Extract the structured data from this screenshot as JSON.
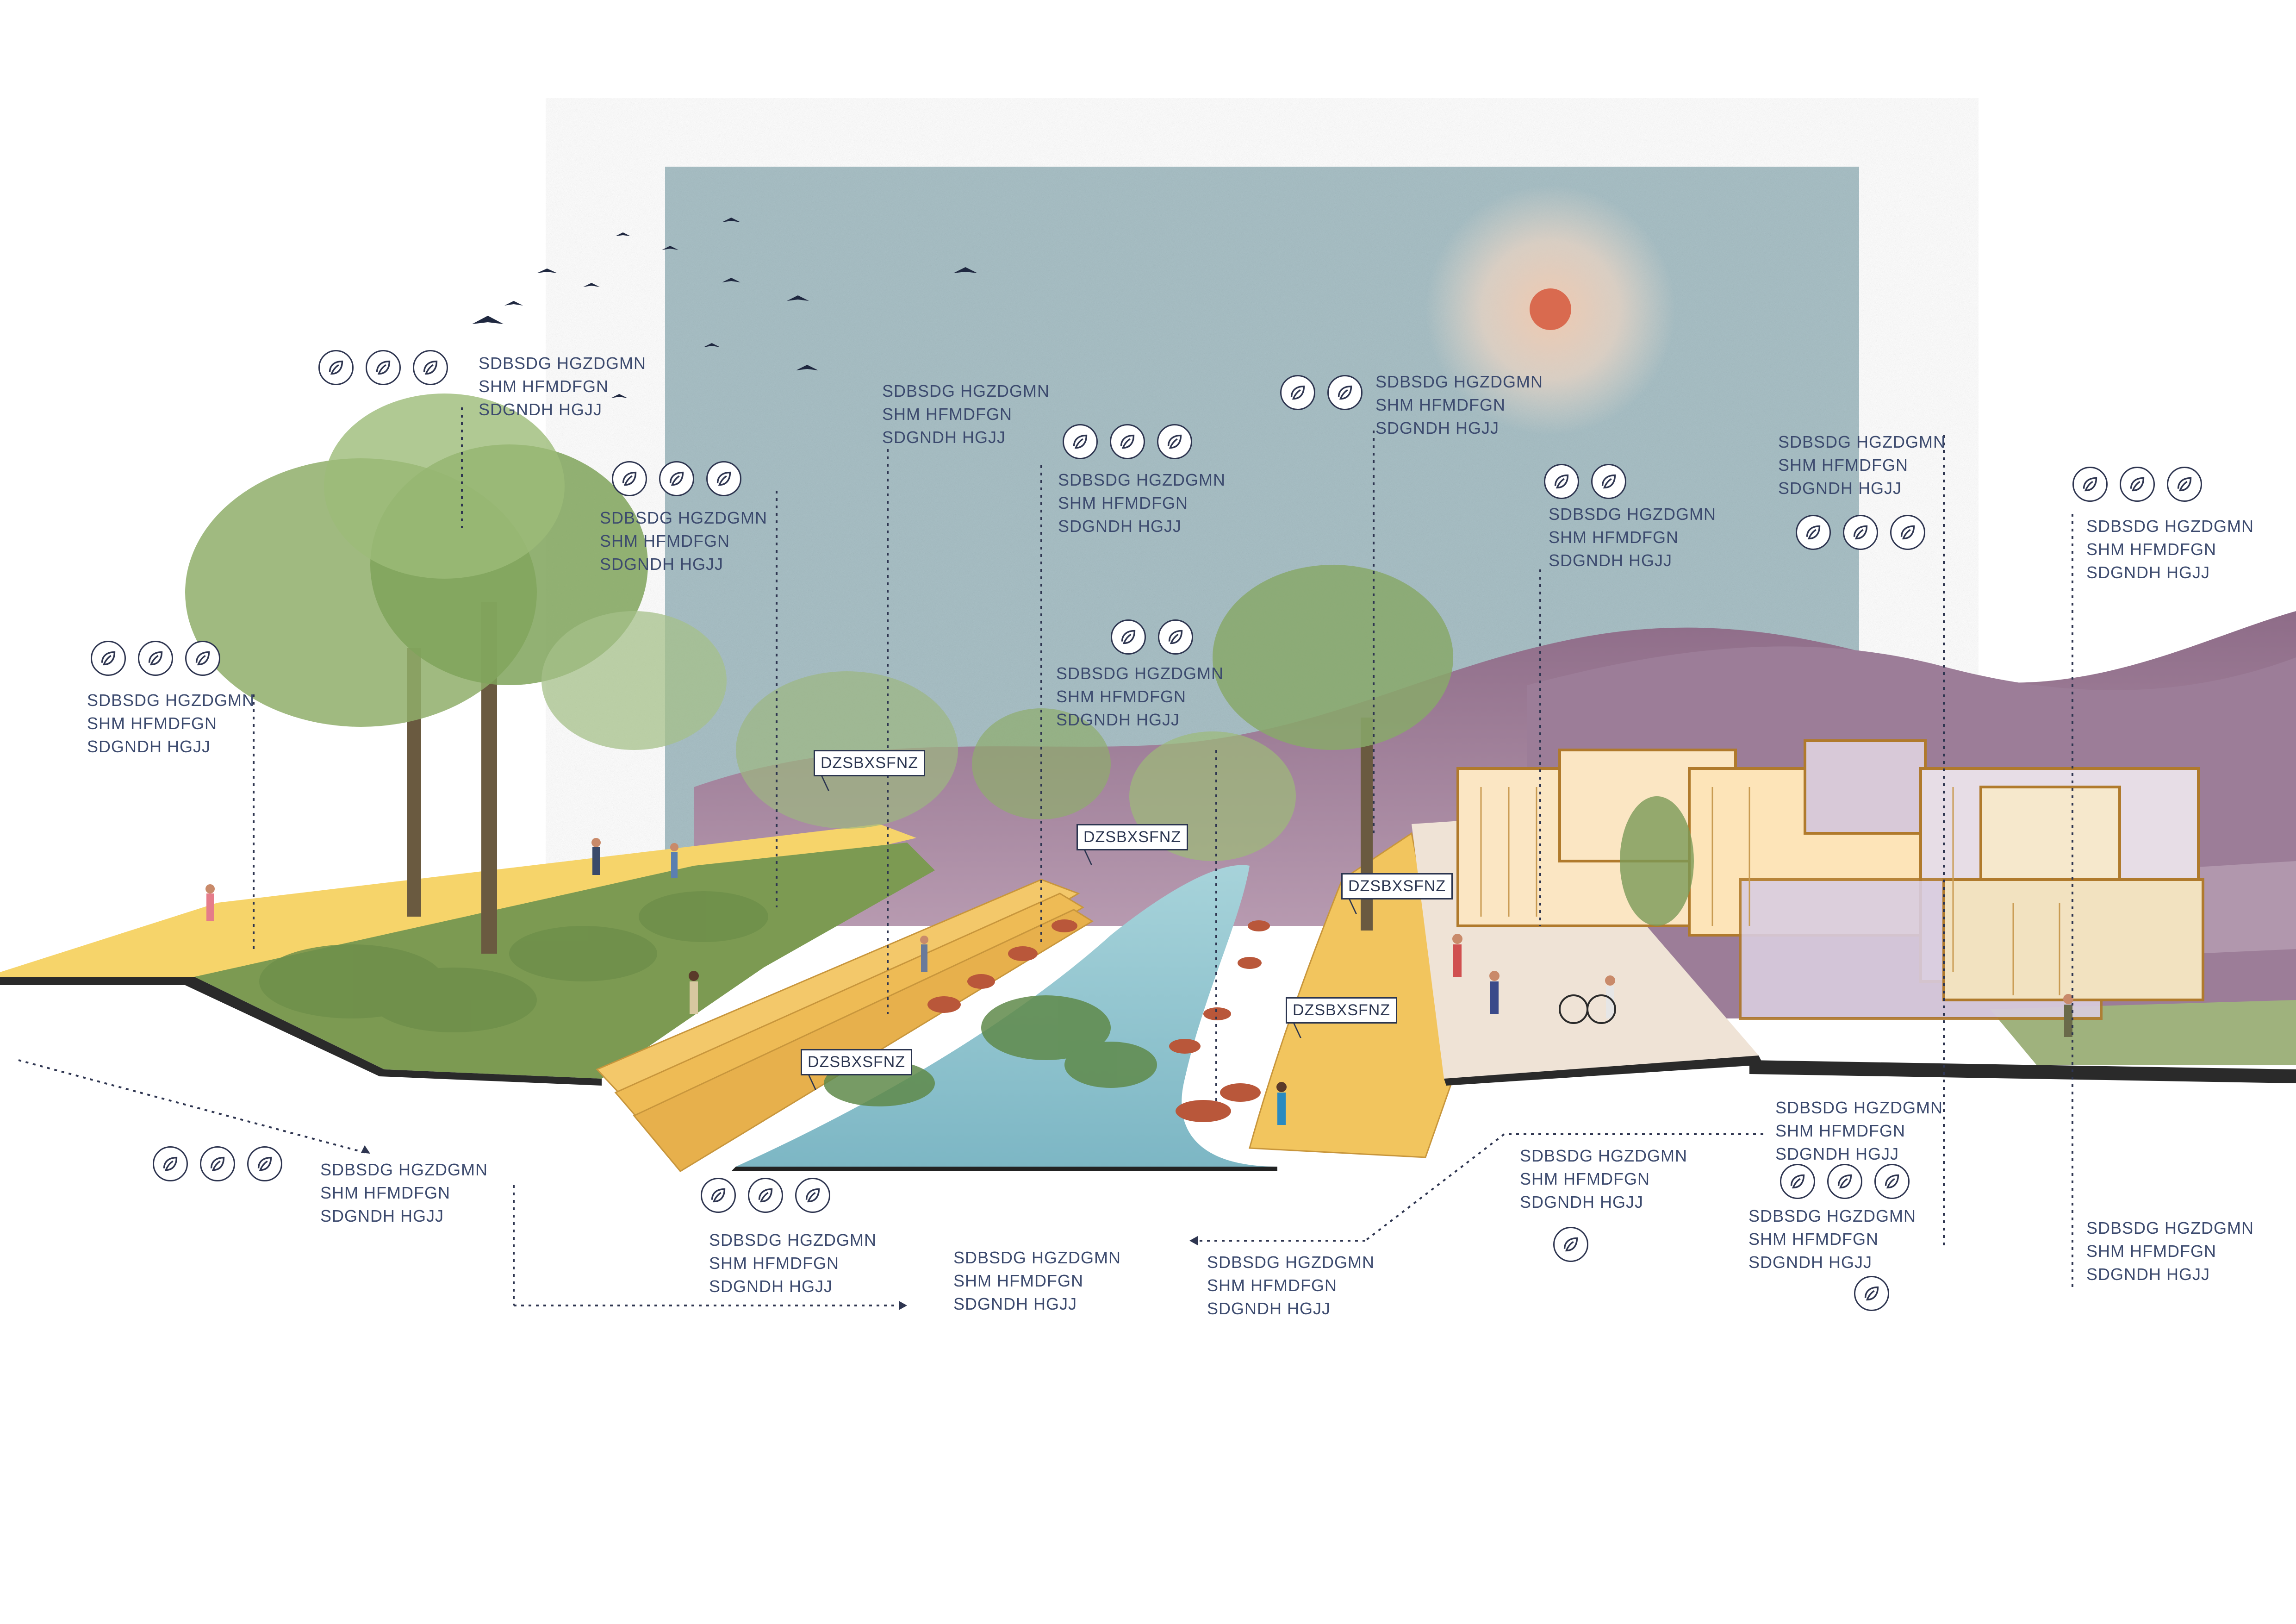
{
  "callout_text": "DZSBXSFNZ",
  "note_lines": [
    "SDBSDG HGZDGMN",
    "SHM HFMDFGN",
    "SDGNDH HGJJ"
  ],
  "icon": "leaf-icon",
  "colors": {
    "sky": "#a9c0c6",
    "sun": "#d96a4f",
    "hills": "#8f6f8e",
    "path": "#f6d46a",
    "water": "#8cc4cf",
    "ink": "#2e3550",
    "tree": "#7fa35a"
  },
  "notes": [
    {
      "l1": "SDBSDG HGZDGMN",
      "l2": "SHM HFMDFGN",
      "l3": "SDGNDH HGJJ"
    },
    {
      "l1": "SDBSDG HGZDGMN",
      "l2": "SHM HFMDFGN",
      "l3": "SDGNDH HGJJ"
    },
    {
      "l1": "SDBSDG HGZDGMN",
      "l2": "SHM HFMDFGN",
      "l3": "SDGNDH HGJJ"
    },
    {
      "l1": "SDBSDG HGZDGMN",
      "l2": "SHM HFMDFGN",
      "l3": "SDGNDH HGJJ"
    },
    {
      "l1": "SDBSDG HGZDGMN",
      "l2": "SHM HFMDFGN",
      "l3": "SDGNDH HGJJ"
    },
    {
      "l1": "SDBSDG HGZDGMN",
      "l2": "SHM HFMDFGN",
      "l3": "SDGNDH HGJJ"
    },
    {
      "l1": "SDBSDG HGZDGMN",
      "l2": "SHM HFMDFGN",
      "l3": "SDGNDH HGJJ"
    },
    {
      "l1": "SDBSDG HGZDGMN",
      "l2": "SHM HFMDFGN",
      "l3": "SDGNDH HGJJ"
    },
    {
      "l1": "SDBSDG HGZDGMN",
      "l2": "SHM HFMDFGN",
      "l3": "SDGNDH HGJJ"
    },
    {
      "l1": "SDBSDG HGZDGMN",
      "l2": "SHM HFMDFGN",
      "l3": "SDGNDH HGJJ"
    },
    {
      "l1": "SDBSDG HGZDGMN",
      "l2": "SHM HFMDFGN",
      "l3": "SDGNDH HGJJ"
    },
    {
      "l1": "SDBSDG HGZDGMN",
      "l2": "SHM HFMDFGN",
      "l3": "SDGNDH HGJJ"
    },
    {
      "l1": "SDBSDG HGZDGMN",
      "l2": "SHM HFMDFGN",
      "l3": "SDGNDH HGJJ"
    },
    {
      "l1": "SDBSDG HGZDGMN",
      "l2": "SHM HFMDFGN",
      "l3": "SDGNDH HGJJ"
    },
    {
      "l1": "SDBSDG HGZDGMN",
      "l2": "SHM HFMDFGN",
      "l3": "SDGNDH HGJJ"
    },
    {
      "l1": "SDBSDG HGZDGMN",
      "l2": "SHM HFMDFGN",
      "l3": "SDGNDH HGJJ"
    },
    {
      "l1": "SDBSDG HGZDGMN",
      "l2": "SHM HFMDFGN",
      "l3": "SDGNDH HGJJ"
    },
    {
      "l1": "SDBSDG HGZDGMN",
      "l2": "SHM HFMDFGN",
      "l3": "SDGNDH HGJJ"
    }
  ],
  "callouts": [
    "DZSBXSFNZ",
    "DZSBXSFNZ",
    "DZSBXSFNZ",
    "DZSBXSFNZ",
    "DZSBXSFNZ"
  ]
}
